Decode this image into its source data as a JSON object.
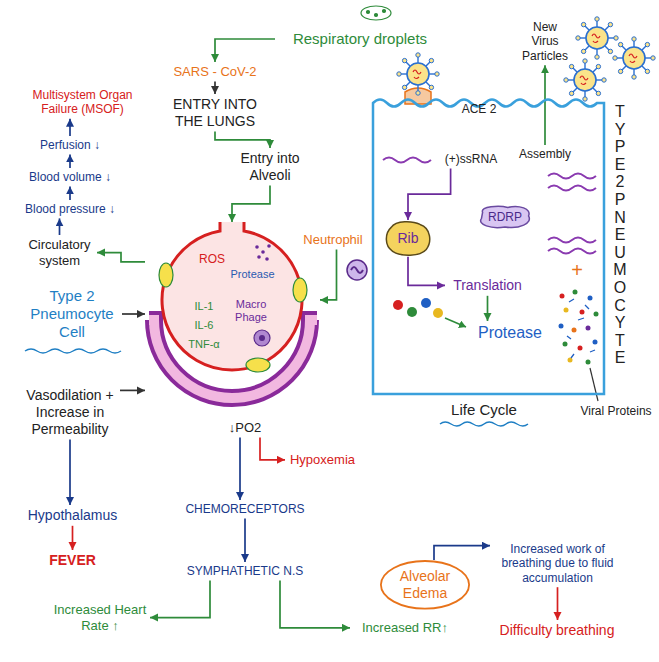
{
  "diagram": {
    "nodes": [
      {
        "text": [
          "Respiratory droplets"
        ]
      },
      {
        "text": [
          "SARS - CoV-2"
        ]
      },
      {
        "text": [
          "ENTRY INTO THE LUNGS"
        ]
      },
      {
        "text": [
          "Entry into Alveoli"
        ]
      },
      {
        "text": [
          "ROS",
          "Protease",
          "IL-1",
          "IL-6",
          "TNF-α",
          "Macro Phage"
        ]
      },
      {
        "text": [
          "Neutrophil"
        ]
      },
      {
        "text": [
          "Type 2 Pneumocyte Cell"
        ]
      },
      {
        "text": [
          "Circulatory system"
        ]
      },
      {
        "text": [
          "Blood pressure ↓"
        ]
      },
      {
        "text": [
          "Blood volume ↓"
        ]
      },
      {
        "text": [
          "Perfusion ↓"
        ]
      },
      {
        "text": [
          "Multisystem Organ Failure (MSOF)"
        ]
      },
      {
        "text": [
          "Vasodilation + Increase in Permeability"
        ]
      },
      {
        "text": [
          "Hypothalamus"
        ]
      },
      {
        "text": [
          "FEVER"
        ]
      },
      {
        "text": [
          "↓PO2"
        ]
      },
      {
        "text": [
          "Hypoxemia"
        ]
      },
      {
        "text": [
          "CHEMORECEPTORS"
        ]
      },
      {
        "text": [
          "SYMPHATHETIC N.S"
        ]
      },
      {
        "text": [
          "Increased Heart Rate ↑"
        ]
      },
      {
        "text": [
          "Increased RR↑"
        ]
      },
      {
        "text": [
          "Alveolar Edema"
        ]
      },
      {
        "text": [
          "Increased work of breathing due to fluid accumulation"
        ]
      },
      {
        "text": [
          "Difficulty breathing"
        ]
      },
      {
        "text": [
          "TYPE 2 PNEUMOCYTE"
        ]
      },
      {
        "text": [
          "ACE 2"
        ],
        "in": 24
      },
      {
        "text": [
          "(+)ssRNA"
        ],
        "in": 24
      },
      {
        "text": [
          "RDRP"
        ],
        "in": 24
      },
      {
        "text": [
          "Rib"
        ],
        "in": 24
      },
      {
        "text": [
          "Translation"
        ],
        "in": 24
      },
      {
        "text": [
          "Protease"
        ],
        "in": 24
      },
      {
        "text": [
          "Assembly"
        ],
        "in": 24
      },
      {
        "text": [
          "New Virus Particles"
        ]
      }
    ],
    "edges": [
      {
        "from": 0,
        "to": 1,
        "arrow": "to"
      },
      {
        "from": 1,
        "to": 2,
        "arrow": "to"
      },
      {
        "from": 2,
        "to": 3,
        "arrow": "to"
      },
      {
        "from": 3,
        "to": 4,
        "arrow": "to"
      },
      {
        "from": 5,
        "to": 4,
        "arrow": "to"
      },
      {
        "from": 6,
        "to": 4,
        "arrow": "to"
      },
      {
        "from": 4,
        "to": 7,
        "arrow": "to"
      },
      {
        "from": 7,
        "to": 8,
        "arrow": "to"
      },
      {
        "from": 8,
        "to": 9,
        "arrow": "to"
      },
      {
        "from": 9,
        "to": 10,
        "arrow": "to"
      },
      {
        "from": 10,
        "to": 11,
        "arrow": "to"
      },
      {
        "from": 12,
        "to": 4,
        "arrow": "to"
      },
      {
        "from": 12,
        "to": 13,
        "arrow": "to"
      },
      {
        "from": 13,
        "to": 14,
        "arrow": "to"
      },
      {
        "from": 15,
        "to": 16,
        "arrow": "to"
      },
      {
        "from": 15,
        "to": 17,
        "arrow": "to"
      },
      {
        "from": 17,
        "to": 18,
        "arrow": "to"
      },
      {
        "from": 18,
        "to": 19,
        "arrow": "to"
      },
      {
        "from": 18,
        "to": 20,
        "arrow": "to"
      },
      {
        "from": 21,
        "to": 22,
        "arrow": "to"
      },
      {
        "from": 22,
        "to": 23,
        "arrow": "to"
      },
      {
        "from": 26,
        "to": 28,
        "arrow": "to"
      },
      {
        "from": 28,
        "to": 29,
        "arrow": "to"
      },
      {
        "from": 29,
        "to": 30,
        "arrow": "to"
      },
      {
        "from": 31,
        "to": 32,
        "arrow": "to"
      }
    ],
    "labels": [
      "+",
      "Life Cycle",
      "Viral Proteins"
    ]
  }
}
